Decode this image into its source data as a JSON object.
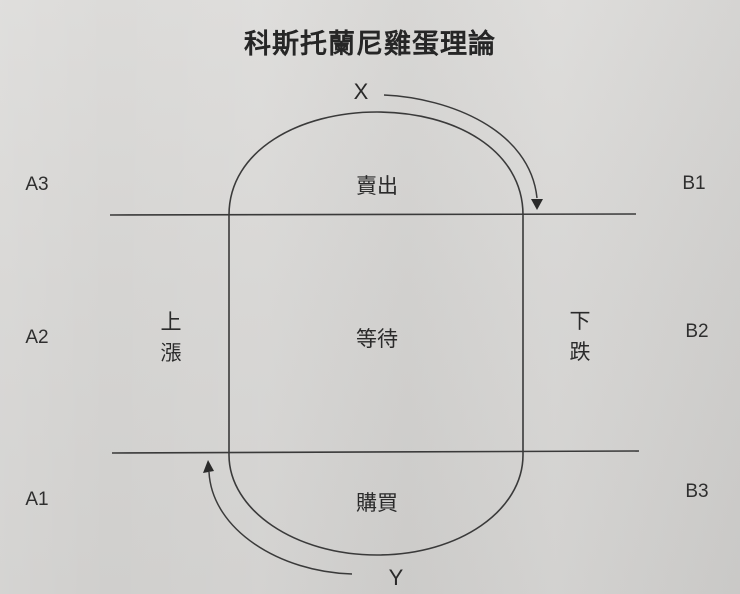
{
  "title": "科斯托蘭尼雞蛋理論",
  "colors": {
    "background": "#d6d5d3",
    "line": "#3a3a3a",
    "text": "#2a2a2a"
  },
  "phases": {
    "sell": "賣出",
    "wait": "等待",
    "buy": "購買"
  },
  "trends": {
    "rising": "上漲",
    "falling": "下跌"
  },
  "points": {
    "top": "X",
    "bottom": "Y"
  },
  "left_labels": {
    "a3": "A3",
    "a2": "A2",
    "a1": "A1"
  },
  "right_labels": {
    "b1": "B1",
    "b2": "B2",
    "b3": "B3"
  }
}
